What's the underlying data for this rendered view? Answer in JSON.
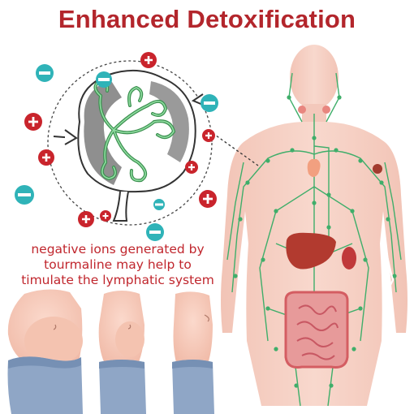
{
  "title": "Enhanced Detoxification",
  "caption": {
    "line1": "negative ions generated by",
    "line2": "tourmaline may help to",
    "line3": "timulate the lymphatic system"
  },
  "colors": {
    "title": "#b3262c",
    "lymph": "#3fae6a",
    "skin": "#f3c6b4",
    "shorts": "#8fa6c6",
    "positive_ion": "#c9242c",
    "negative_ion": "#2fb3b8"
  },
  "icons": [
    "positive-ion-icon",
    "negative-ion-icon"
  ]
}
